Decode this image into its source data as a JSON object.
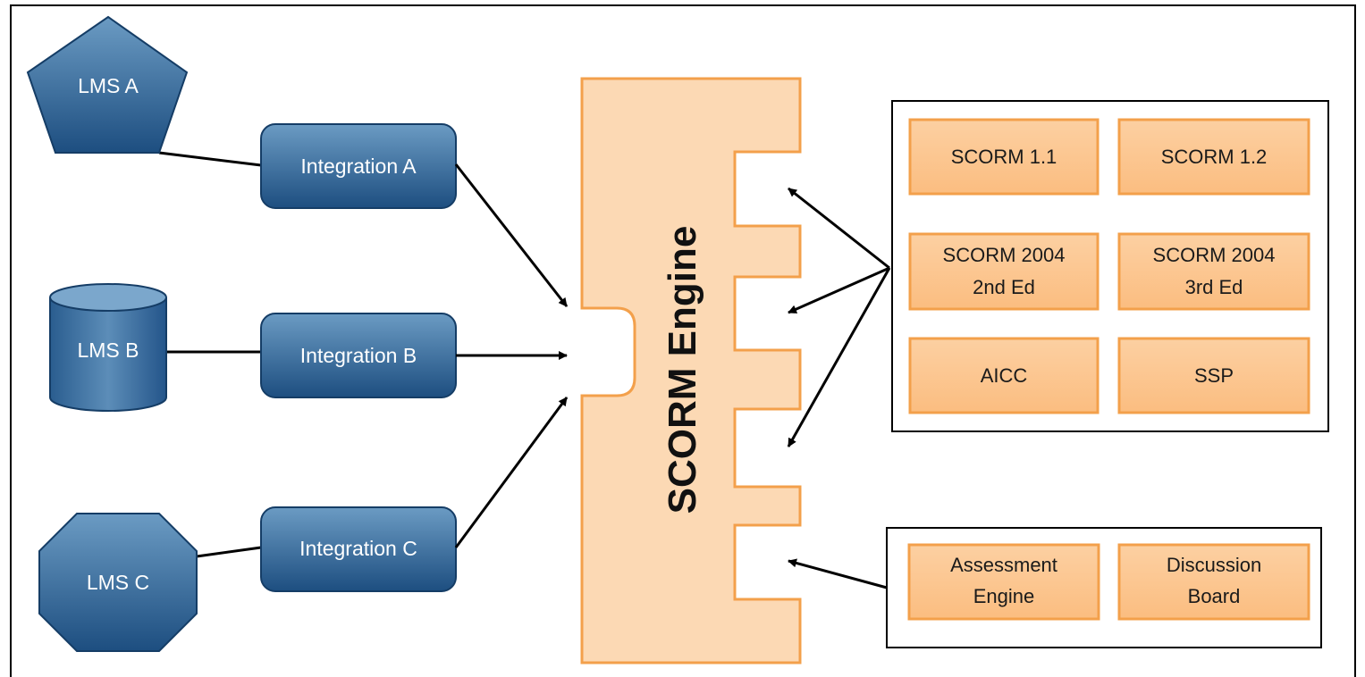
{
  "lms": [
    {
      "name": "LMS A",
      "shape": "pentagon"
    },
    {
      "name": "LMS B",
      "shape": "cylinder"
    },
    {
      "name": "LMS C",
      "shape": "octagon"
    }
  ],
  "integrations": [
    "Integration A",
    "Integration B",
    "Integration C"
  ],
  "engine": {
    "title": "SCORM Engine"
  },
  "standards": {
    "items": [
      [
        "SCORM 1.1"
      ],
      [
        "SCORM 1.2"
      ],
      [
        "SCORM 2004",
        "2nd Ed"
      ],
      [
        "SCORM 2004",
        "3rd Ed"
      ],
      [
        "AICC"
      ],
      [
        "SSP"
      ]
    ]
  },
  "modules": {
    "items": [
      [
        "Assessment",
        "Engine"
      ],
      [
        "Discussion",
        "Board"
      ]
    ]
  },
  "colors": {
    "blue_light": "#5e8fb8",
    "blue_dark": "#1c4c7c",
    "blue_stroke": "#153d66",
    "orange_fill": "#fcd9b4",
    "orange_box": "#fbc58f",
    "orange_stroke": "#f3a04b"
  }
}
